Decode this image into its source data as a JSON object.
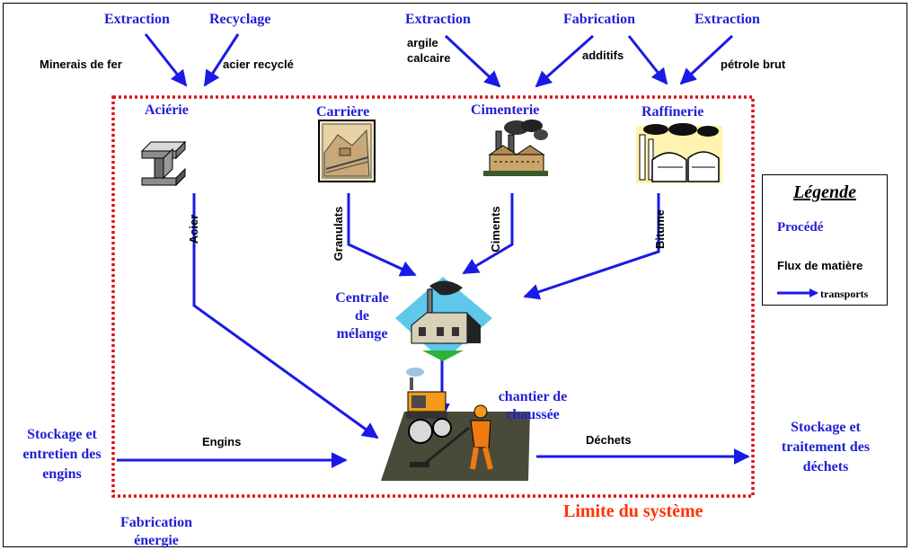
{
  "inputs": {
    "extraction_1": "Extraction",
    "recyclage": "Recyclage",
    "extraction_2": "Extraction",
    "fabrication": "Fabrication",
    "extraction_3": "Extraction"
  },
  "input_flows": {
    "minerais": "Minerais de fer",
    "acier_recycle": "acier recyclé",
    "argile": "argile",
    "calcaire": "calcaire",
    "additifs": "additifs",
    "petrole": "pétrole brut"
  },
  "processes": {
    "acierie": "Aciérie",
    "carriere": "Carrière",
    "cimenterie": "Cimenterie",
    "raffinerie": "Raffinerie",
    "centrale_1": "Centrale",
    "centrale_2": "de",
    "centrale_3": "mélange",
    "chantier_1": "chantier de",
    "chantier_2": "chaussée"
  },
  "product_flows": {
    "acier": "Acier",
    "granulats": "Granulats",
    "ciments": "Ciments",
    "bitume": "Bitume",
    "engins": "Engins",
    "dechets": "Déchets"
  },
  "external": {
    "stockage_engins_1": "Stockage et",
    "stockage_engins_2": "entretien des",
    "stockage_engins_3": "engins",
    "stockage_dechets_1": "Stockage et",
    "stockage_dechets_2": "traitement des",
    "stockage_dechets_3": "déchets",
    "fabrication_energie_1": "Fabrication",
    "fabrication_energie_2": "énergie"
  },
  "system_limit": "Limite du système",
  "legend": {
    "title": "Légende",
    "process": "Procédé",
    "flux": "Flux de matière",
    "transports": "transports"
  },
  "colors": {
    "process_text": "#1f1fd6",
    "arrows": "#1a1ae6",
    "system_limit": "#ff3300"
  }
}
